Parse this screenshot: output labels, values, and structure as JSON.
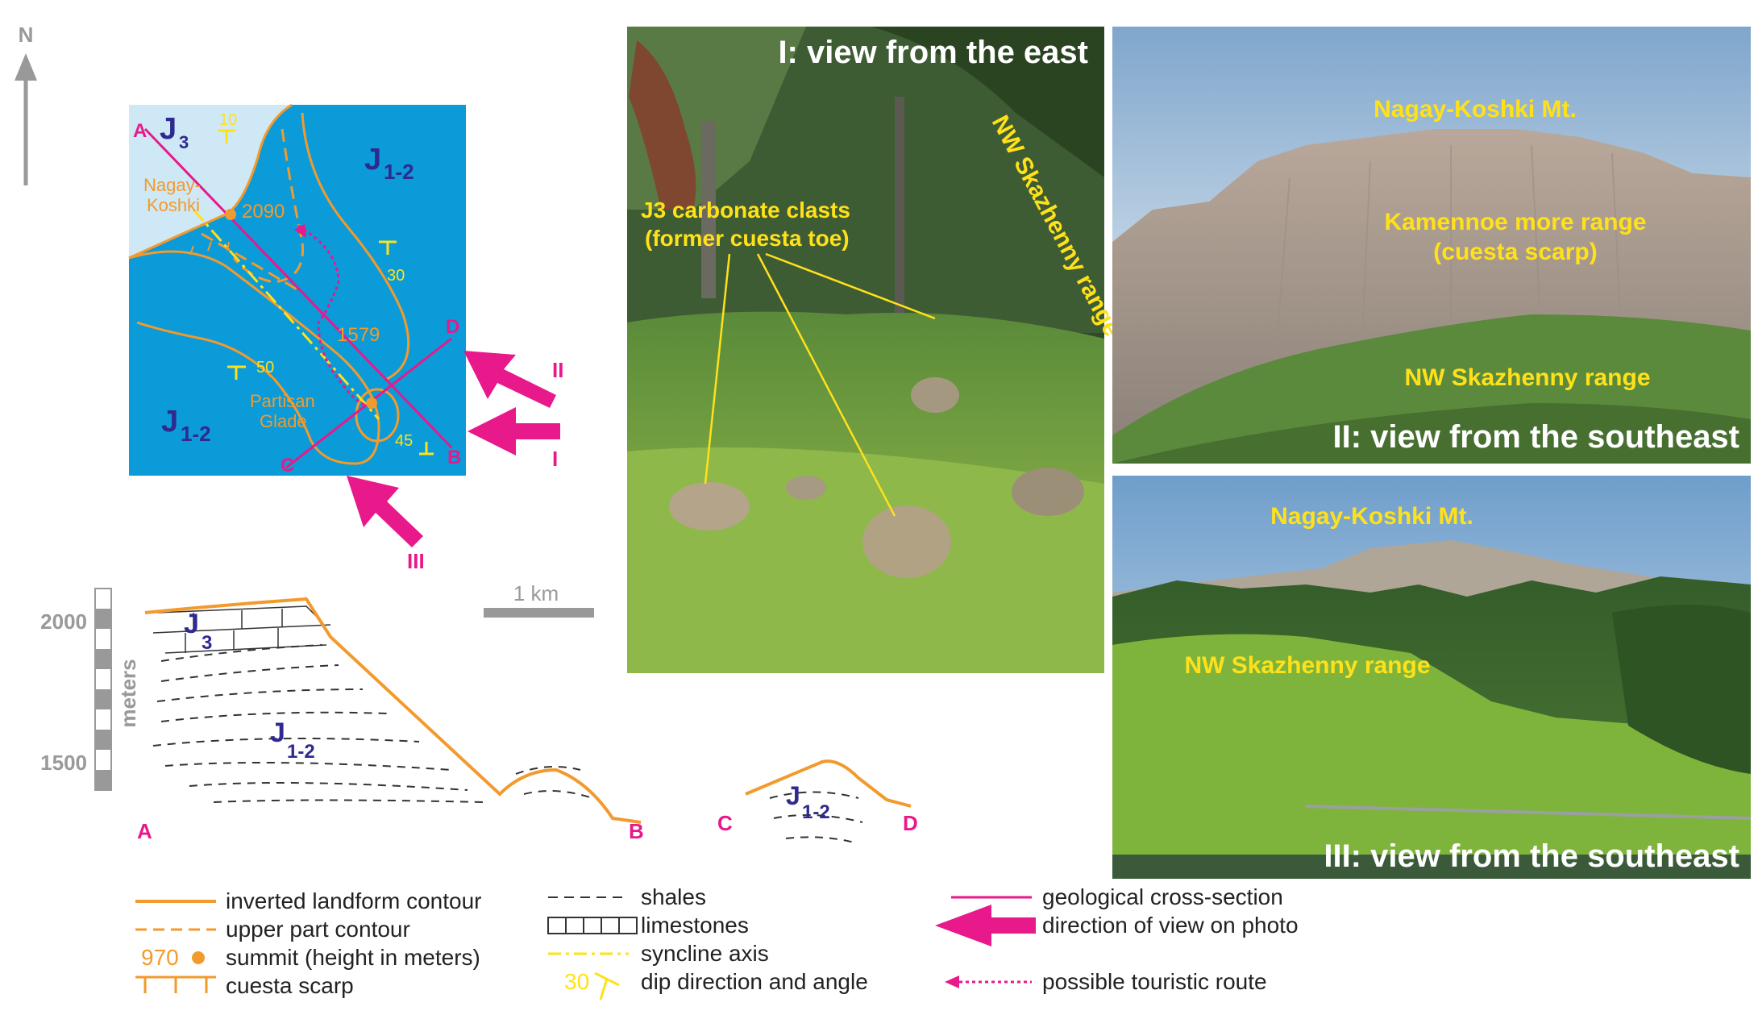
{
  "compass": {
    "north": "N"
  },
  "map": {
    "labels": {
      "j3": "J",
      "j3_sub": "3",
      "j12_top": "J",
      "j12_top_sub": "1-2",
      "j12_bottom": "J",
      "j12_bottom_sub": "1-2",
      "nagay": "Nagay-",
      "koshki": "Koshki",
      "summit_main": "2090",
      "summit_secondary": "1579",
      "partisan": "Partisan",
      "glade": "Glade",
      "dip_10": "10",
      "dip_30": "30",
      "dip_50": "50",
      "dip_45": "45",
      "point_a": "A",
      "point_b": "B",
      "point_c": "C",
      "point_d": "D"
    },
    "view_arrows": {
      "one": "I",
      "two": "II",
      "three": "III"
    }
  },
  "scale_bar": {
    "label": "1 km"
  },
  "cross_section": {
    "altitude_axis": {
      "unit": "meters",
      "tick_2000": "2000",
      "tick_1500": "1500"
    },
    "units": {
      "j3": "J",
      "j3_sub": "3",
      "j12": "J",
      "j12_sub": "1-2",
      "j12_cd": "J",
      "j12_cd_sub": "1-2"
    },
    "endpoints": {
      "a": "A",
      "b": "B",
      "c": "C",
      "d": "D"
    }
  },
  "photos": {
    "photo_1": {
      "caption": "I: view from the east",
      "label_range": "NW Skazhenny range",
      "label_clasts_line1": "J3 carbonate clasts",
      "label_clasts_line2": "(former cuesta toe)"
    },
    "photo_2": {
      "caption": "II: view from the southeast",
      "label_peak": "Nagay-Koshki Mt.",
      "label_scarp_line1": "Kamennoe more range",
      "label_scarp_line2": "(cuesta scarp)",
      "label_range": "NW Skazhenny range"
    },
    "photo_3": {
      "caption": "III: view from the southeast",
      "label_peak": "Nagay-Koshki Mt.",
      "label_range": "NW Skazhenny range"
    }
  },
  "legend": {
    "inverted_contour": "inverted landform contour",
    "upper_contour": "upper part contour",
    "summit_example": "970",
    "summit": "summit (height in meters)",
    "cuesta_scarp": "cuesta scarp",
    "shales": "shales",
    "limestones": "limestones",
    "syncline": "syncline axis",
    "dip_example": "30",
    "dip": "dip direction and angle",
    "cross_section": "geological cross-section",
    "view_direction": "direction of view on photo",
    "route": "possible touristic route"
  },
  "colors": {
    "map_fill": "#0a9bd8",
    "j3_fill": "#cfe8f5",
    "contour": "#f39a2d",
    "magenta": "#e8198b",
    "yellow_label": "#ffe11a",
    "unit_text": "#2e2a8f"
  }
}
